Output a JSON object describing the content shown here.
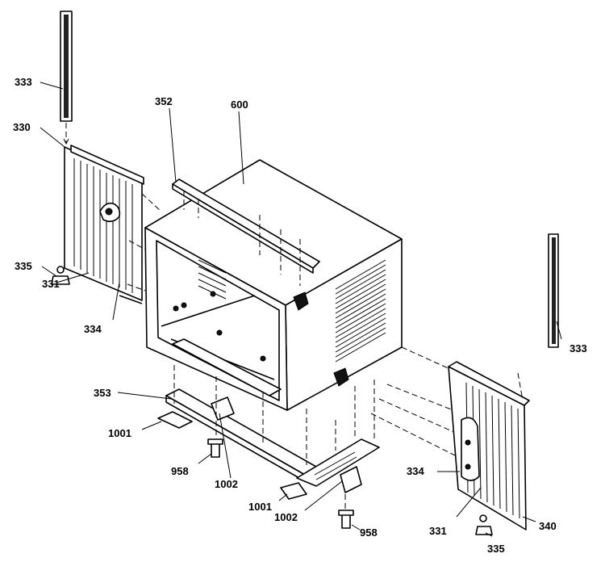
{
  "callouts": {
    "c333_left": "333",
    "c330": "330",
    "c335_left": "335",
    "c331_left": "331",
    "c334_left": "334",
    "c352": "352",
    "c600": "600",
    "c333_right": "333",
    "c353": "353",
    "c1001_left": "1001",
    "c958_left": "958",
    "c1002_left": "1002",
    "c334_right": "334",
    "c1001_right": "1001",
    "c1002_right": "1002",
    "c958_right": "958",
    "c331_right": "331",
    "c340": "340",
    "c335_right": "335"
  }
}
